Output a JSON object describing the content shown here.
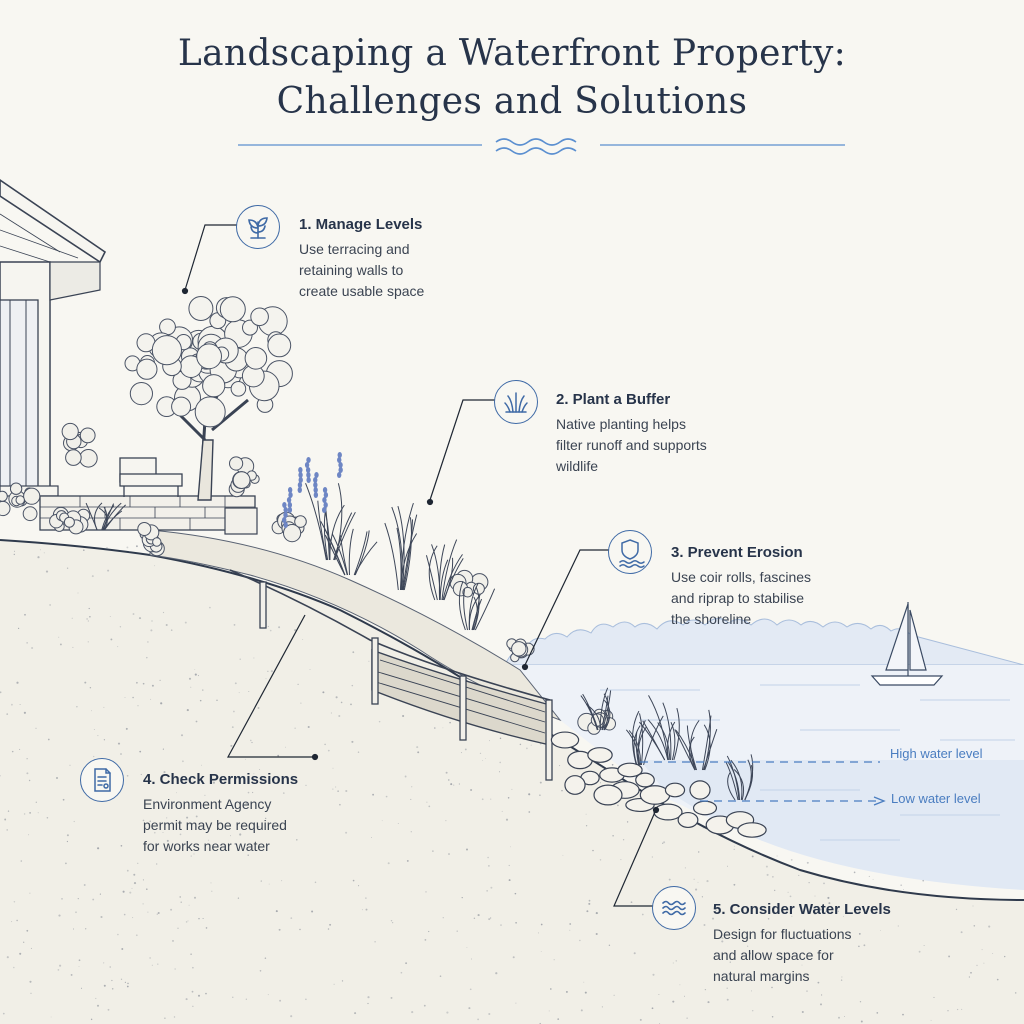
{
  "header": {
    "title_line1": "Landscaping a Waterfront Property:",
    "title_line2": "Challenges and Solutions"
  },
  "callouts": [
    {
      "icon": "plant-sprout-icon",
      "title": "1. Manage Levels",
      "desc": "Use terracing and\nretaining walls to\ncreate usable space"
    },
    {
      "icon": "grass-reeds-icon",
      "title": "2. Plant a Buffer",
      "desc": "Native planting helps\nfilter runoff and supports\nwildlife"
    },
    {
      "icon": "shield-water-icon",
      "title": "3. Prevent Erosion",
      "desc": "Use coir rolls, fascines\nand riprap to stabilise\nthe shoreline"
    },
    {
      "icon": "document-icon",
      "title": "4. Check Permissions",
      "desc": "Environment Agency\npermit may be required\nfor works near water"
    },
    {
      "icon": "waves-icon",
      "title": "5. Consider Water Levels",
      "desc": "Design for fluctuations\nand allow space for\nnatural margins"
    }
  ],
  "water_levels": {
    "high": "High water level",
    "low": "Low water level"
  },
  "colors": {
    "ink": "#27344a",
    "accent": "#3f6aa6",
    "water": "#5b8fd0",
    "paper": "#f8f7f2"
  }
}
